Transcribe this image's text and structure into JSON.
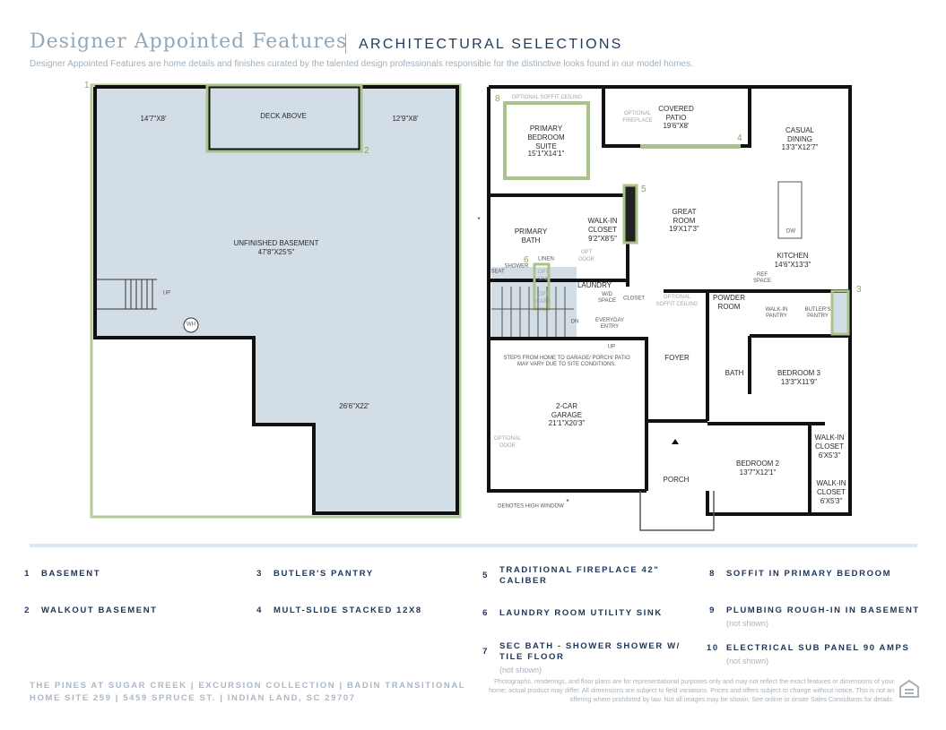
{
  "header": {
    "title": "Designer Appointed Features",
    "subtitle": "ARCHITECTURAL SELECTIONS",
    "description": "Designer Appointed Features are home details and finishes curated by the talented design professionals responsible for the distinctive looks found in our model homes."
  },
  "basement": {
    "labels": {
      "room_left": "14'7\"X8'",
      "deck": "DECK ABOVE",
      "room_right": "12'9\"X8'",
      "unfinished": "UNFINISHED BASEMENT",
      "unfinished_dim": "47'8\"X25'5\"",
      "lower": "26'6\"X22'",
      "up": "UP",
      "wh": "WH"
    },
    "markers": [
      "1",
      "2"
    ]
  },
  "main_floor": {
    "labels": {
      "soffit_top": "OPTIONAL SOFFIT CEILING",
      "primary": "PRIMARY\nBEDROOM\nSUITE",
      "primary_dim": "15'1\"X14'1\"",
      "opt_fireplace": "OPTIONAL\nFIREPLACE",
      "patio": "COVERED\nPATIO",
      "patio_dim": "19'6\"X8'",
      "casual": "CASUAL\nDINING",
      "casual_dim": "13'3\"X12'7\"",
      "walkin": "WALK-IN\nCLOSET",
      "walkin_dim": "9'2\"X8'5\"",
      "great": "GREAT\nROOM",
      "great_dim": "19'X17'3\"",
      "primary_bath": "PRIMARY\nBATH",
      "opt_door": "OPT\nDOOR",
      "linen": "LINEN",
      "shower": "SHOWER",
      "seat": "SEAT",
      "opt_sink": "OPT\nSINK",
      "opt_cabs": "OPT\nCABS",
      "laundry": "LAUNDRY",
      "wd": "W/D\nSPACE",
      "closet": "CLOSET",
      "dn": "DN",
      "everyday": "EVERYDAY\nENTRY",
      "up": "UP",
      "dw": "DW",
      "kitchen": "KITCHEN",
      "kitchen_dim": "14'6\"X13'3\"",
      "ref": "REF\nSPACE",
      "soffit_mid": "OPTIONAL\nSOFFIT CEILING",
      "powder": "POWDER\nROOM",
      "walkin_pantry": "WALK-IN\nPANTRY",
      "butlers": "BUTLER'S\nPANTRY",
      "steps_note": "STEPS FROM HOME TO GARAGE/ PORCH/ PATIO\nMAY VARY DUE TO SITE CONDITIONS.",
      "foyer": "FOYER",
      "bath": "BATH",
      "bed3": "BEDROOM 3",
      "bed3_dim": "13'3\"X11'9\"",
      "garage": "2-CAR\nGARAGE",
      "garage_dim": "21'1\"X20'3\"",
      "opt_garage_door": "OPTIONAL\nDOOR",
      "wic1": "WALK-IN\nCLOSET\n6'X5'3\"",
      "bed2": "BEDROOM 2",
      "bed2_dim": "13'7\"X12'1\"",
      "porch": "PORCH",
      "wic2": "WALK-IN\nCLOSET\n6'X5'3\"",
      "high_window": "DENOTES HIGH WINDOW",
      "asterisk": "*"
    },
    "markers": [
      "8",
      "4",
      "5",
      "6",
      "3"
    ]
  },
  "features": [
    {
      "num": "1",
      "label": "BASEMENT"
    },
    {
      "num": "2",
      "label": "WALKOUT BASEMENT"
    },
    {
      "num": "3",
      "label": "BUTLER'S PANTRY"
    },
    {
      "num": "4",
      "label": "MULT-SLIDE STACKED 12X8"
    },
    {
      "num": "5",
      "label": "TRADITIONAL FIREPLACE 42\" CALIBER"
    },
    {
      "num": "6",
      "label": "LAUNDRY ROOM UTILITY SINK"
    },
    {
      "num": "7",
      "label": "SEC BATH - SHOWER SHOWER W/ TILE FLOOR",
      "note": "(not shown)"
    },
    {
      "num": "8",
      "label": "SOFFIT IN PRIMARY BEDROOM"
    },
    {
      "num": "9",
      "label": "PLUMBING ROUGH-IN IN BASEMENT",
      "note": "(not shown)"
    },
    {
      "num": "10",
      "label": "ELECTRICAL SUB PANEL 90 AMPS",
      "note": "(not shown)"
    }
  ],
  "footer": {
    "line1": "THE PINES AT SUGAR CREEK  |  EXCURSION COLLECTION  |  BADIN TRANSITIONAL",
    "line2": "HOME SITE 259  |  5459 SPRUCE ST. | INDIAN LAND, SC 29707",
    "disclaimer": "Photographs, renderings, and floor plans are for representational purposes only and may not reflect the exact features or dimensions of your home; actual product may differ. All dimensions are subject to field variations. Prices and offers subject to change without notice. This is not an offering where prohibited by law. Not all images may be shown. See online or onsite Sales Consultants for details."
  },
  "colors": {
    "accent_green": "#a9c48a",
    "fill_blue": "#d2dde6",
    "navy": "#1d3557"
  }
}
